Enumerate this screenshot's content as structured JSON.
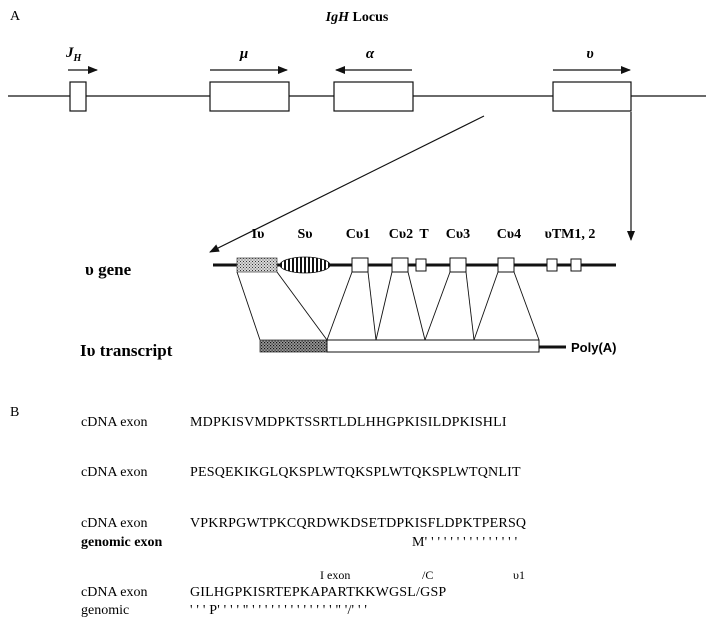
{
  "panel_a": {
    "letter": "A",
    "title_italic": "IgH",
    "title_rest": " Locus",
    "genes": {
      "jh_main": "J",
      "jh_sub": "H",
      "mu": "μ",
      "alpha": "α",
      "upsilon": "υ"
    },
    "exons": [
      "Iυ",
      "Sυ",
      "Cυ1",
      "Cυ2",
      "T",
      "Cυ3",
      "Cυ4",
      "υTM1, 2"
    ],
    "gene_row_label": "υ gene",
    "transcript_label": "Iυ transcript",
    "polya": "Poly(A)"
  },
  "panel_b": {
    "letter": "B",
    "rows": [
      {
        "label": "cDNA exon",
        "seq": "MDPKISVMDPKTSSRTLDLHHGPKISILDPKISHLI"
      },
      {
        "label": "cDNA exon",
        "seq": "PESQEKIKGLQKSPLWTQKSPLWTQKSPLWTQNLIT"
      },
      {
        "label": "cDNA exon",
        "seq": "VPKRPGWTPKCQRDWKDSETDPKISFLDPKTPERSQ"
      },
      {
        "label": "genomic exon",
        "marks": "M' ' ' ' ' ' ' ' ' ' ' ' ' ' '"
      },
      {
        "label": "cDNA exon",
        "seq": "GILHGPKISRTEPKAPARTKKWGSL/GSP"
      },
      {
        "label": "genomic",
        "marks": "' ' ' P' ' ' ' '' ' ' ' ' ' ' ' ' ' ' ' ' ' '' '/' ' '"
      }
    ],
    "annotations": {
      "iexon": "I exon",
      "slash_c": "/C",
      "u1": "υ1"
    }
  }
}
